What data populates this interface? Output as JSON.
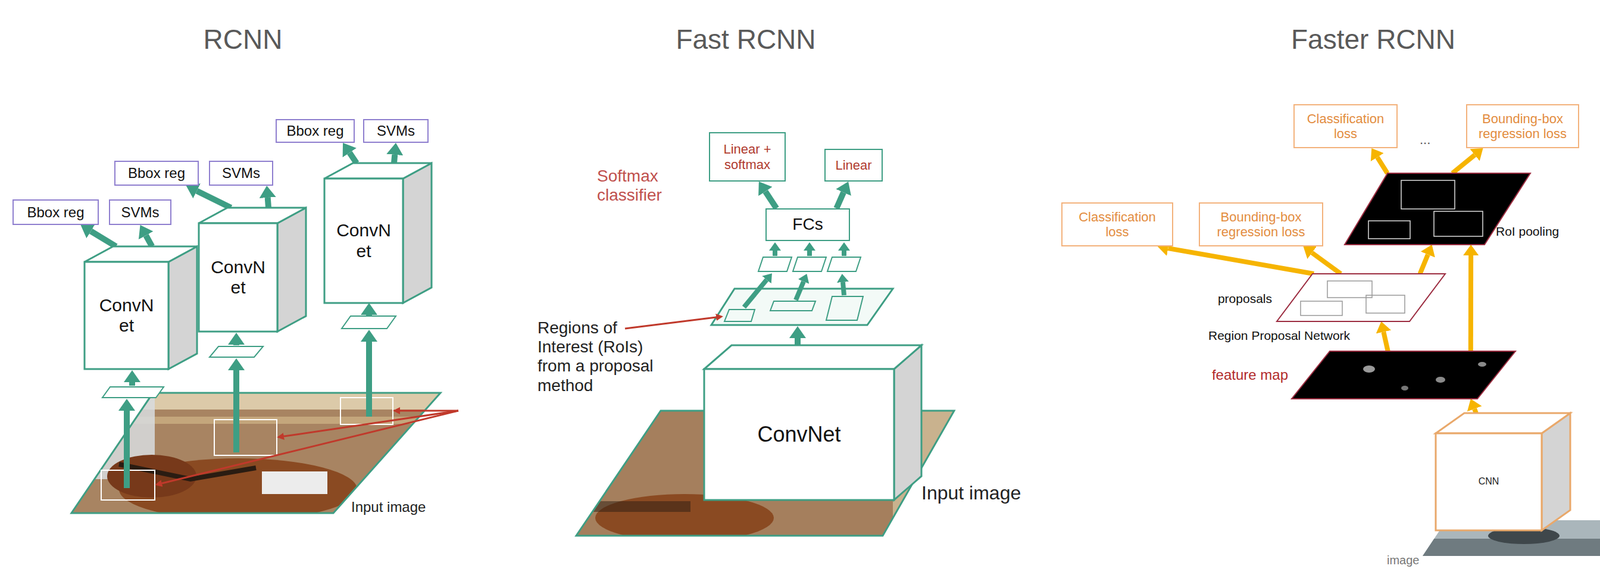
{
  "diagram": {
    "nodes": [
      {
        "text": [
          "Bbox reg"
        ]
      },
      {
        "text": [
          "SVMs"
        ]
      },
      {
        "text": [
          "Bbox reg"
        ]
      },
      {
        "text": [
          "SVMs"
        ]
      },
      {
        "text": [
          "Bbox reg"
        ]
      },
      {
        "text": [
          "SVMs"
        ]
      },
      {
        "text": [
          "ConvN et"
        ]
      },
      {
        "text": [
          "ConvN et"
        ]
      },
      {
        "text": [
          "ConvN et"
        ]
      },
      {
        "text": [
          "Linear + softmax"
        ]
      },
      {
        "text": [
          "Linear"
        ]
      },
      {
        "text": [
          "FCs"
        ]
      },
      {
        "text": [
          "ConvNet"
        ]
      },
      {
        "text": [
          "Classification loss"
        ]
      },
      {
        "text": [
          "Bounding-box regression loss"
        ]
      },
      {
        "text": [
          "Classification loss"
        ]
      },
      {
        "text": [
          "Bounding-box regression loss"
        ]
      },
      {
        "text": [
          "RoI pooling"
        ]
      },
      {
        "text": [
          "proposals"
        ]
      },
      {
        "text": [
          "feature map"
        ]
      },
      {
        "text": [
          "CNN"
        ]
      }
    ],
    "edges": [
      {
        "from": 6,
        "to": 0,
        "arrow": "to"
      },
      {
        "from": 6,
        "to": 1,
        "arrow": "to"
      },
      {
        "from": 7,
        "to": 2,
        "arrow": "to"
      },
      {
        "from": 7,
        "to": 3,
        "arrow": "to"
      },
      {
        "from": 8,
        "to": 4,
        "arrow": "to"
      },
      {
        "from": 8,
        "to": 5,
        "arrow": "to"
      },
      {
        "from": 11,
        "to": 9,
        "arrow": "to"
      },
      {
        "from": 11,
        "to": 10,
        "arrow": "to"
      },
      {
        "from": 17,
        "to": 13,
        "arrow": "to"
      },
      {
        "from": 17,
        "to": 14,
        "arrow": "to"
      },
      {
        "from": 18,
        "to": 15,
        "arrow": "to"
      },
      {
        "from": 18,
        "to": 16,
        "arrow": "to"
      },
      {
        "from": 19,
        "to": 18,
        "arrow": "to"
      },
      {
        "from": 19,
        "to": 17,
        "arrow": "to"
      },
      {
        "from": 18,
        "to": 17,
        "arrow": "to"
      },
      {
        "from": 20,
        "to": 19,
        "arrow": "to"
      }
    ],
    "labels": [
      "RCNN",
      "Fast RCNN",
      "Faster RCNN",
      "Input image",
      "Softmax classifier",
      "Regions of Interest (RoIs) from a proposal method",
      "Input image",
      "...",
      "Region Proposal Network",
      "image"
    ]
  }
}
